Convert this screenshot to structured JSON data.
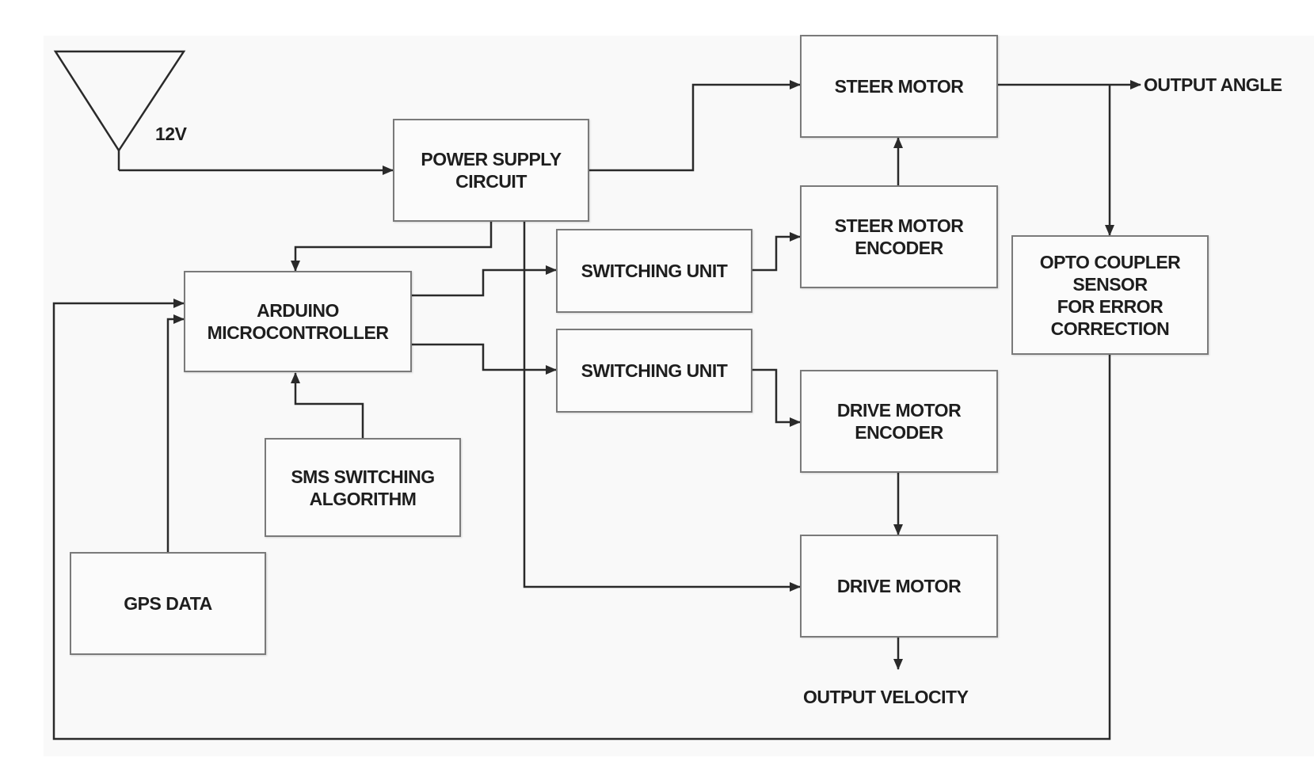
{
  "colors": {
    "line": "#2a2a2a",
    "box_border": "#7a7a7a",
    "text": "#1e1e1e",
    "panel": "#f9f9f9"
  },
  "icons": [
    "antenna-icon"
  ],
  "labels": {
    "voltage": "12V",
    "output_angle": "OUTPUT ANGLE",
    "output_velocity": "OUTPUT VELOCITY"
  },
  "blocks": {
    "power_supply": "POWER SUPPLY\nCIRCUIT",
    "arduino": "ARDUINO\nMICROCONTROLLER",
    "sms": "SMS SWITCHING\nALGORITHM",
    "gps": "GPS DATA",
    "switch_top": "SWITCHING UNIT",
    "switch_bottom": "SWITCHING UNIT",
    "steer_motor": "STEER MOTOR",
    "steer_encoder": "STEER MOTOR\nENCODER",
    "drive_encoder": "DRIVE MOTOR\nENCODER",
    "drive_motor": "DRIVE MOTOR",
    "opto": "OPTO COUPLER\nSENSOR\nFOR ERROR\nCORRECTION"
  }
}
